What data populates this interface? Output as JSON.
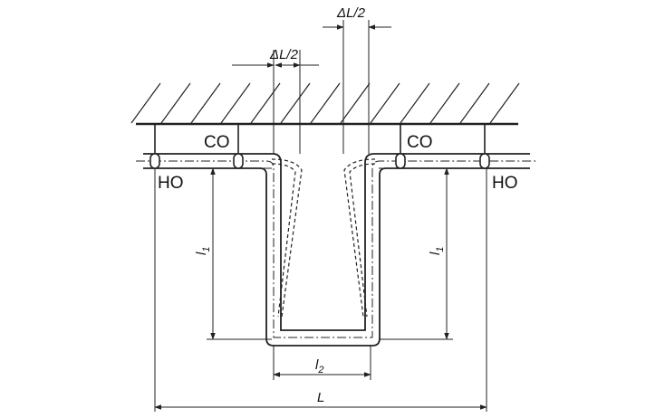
{
  "labels": {
    "co_left": "CO",
    "co_right": "CO",
    "ho_left": "HO",
    "ho_right": "HO",
    "delta_l_half_inner": "ΔL/2",
    "delta_l_half_outer": "ΔL/2",
    "l1_left": "l",
    "l1_left_sub": "1",
    "l1_right": "l",
    "l1_right_sub": "1",
    "l2": "l",
    "l2_sub": "2",
    "total_length": "L"
  }
}
